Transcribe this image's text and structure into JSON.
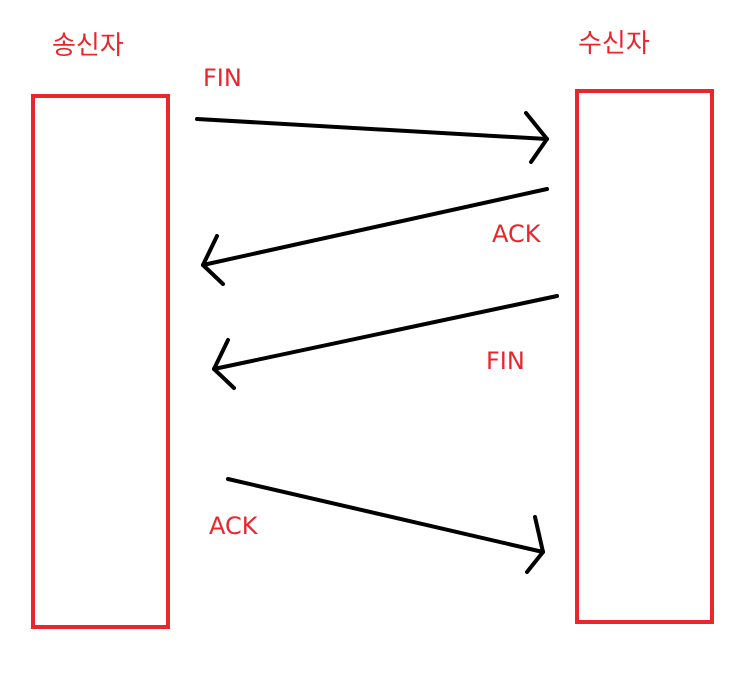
{
  "diagram": {
    "sender": {
      "label": "송신자"
    },
    "receiver": {
      "label": "수신자"
    },
    "messages": [
      {
        "label": "FIN",
        "from": "sender",
        "to": "receiver"
      },
      {
        "label": "ACK",
        "from": "receiver",
        "to": "sender"
      },
      {
        "label": "FIN",
        "from": "receiver",
        "to": "sender"
      },
      {
        "label": "ACK",
        "from": "sender",
        "to": "receiver"
      }
    ]
  },
  "colors": {
    "accent": "#e8262b",
    "line": "#000000",
    "background": "#ffffff"
  }
}
